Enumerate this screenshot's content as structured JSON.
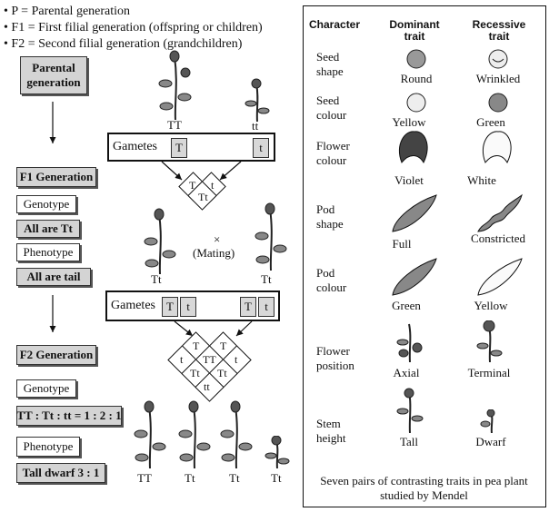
{
  "legend": [
    "P   = Parental generation",
    "F1 = First filial generation (offspring or children)",
    "F2 = Second filial generation (grandchildren)"
  ],
  "flow": {
    "parental": "Parental generation",
    "f1": "F1 Generation",
    "f1_genotype": "Genotype",
    "f1_genotype_value": "All are Tt",
    "f1_phenotype": "Phenotype",
    "f1_phenotype_value": "All are tail",
    "f2": "F2 Generation",
    "f2_genotype": "Genotype",
    "f2_genotype_value": "TT : Tt : tt = 1 : 2 : 1",
    "f2_phenotype": "Phenotype",
    "f2_phenotype_value": "Tall dwarf  3 : 1"
  },
  "cross": {
    "parent1": "TT",
    "parent2": "tt",
    "gametes_label": "Gametes",
    "g1_a": "T",
    "g1_b": "t",
    "punnett1": [
      "T",
      "t",
      "Tt"
    ],
    "f1_left": "Tt",
    "f1_right": "Tt",
    "mating_symbol": "×",
    "mating": "(Mating)",
    "gametes2": [
      "T",
      "t",
      "T",
      "t"
    ],
    "punnett2": [
      "T",
      "T",
      "t",
      "TT",
      "t",
      "Tt",
      "Tt",
      "tt"
    ],
    "offspring": [
      "TT",
      "Tt",
      "Tt",
      "Tt"
    ]
  },
  "traits": {
    "header": {
      "character": "Character",
      "dominant": "Dominant trait",
      "recessive": "Recessive trait"
    },
    "rows": [
      {
        "character": "Seed shape",
        "dominant": "Round",
        "recessive": "Wrinkled"
      },
      {
        "character": "Seed colour",
        "dominant": "Yellow",
        "recessive": "Green"
      },
      {
        "character": "Flower colour",
        "dominant": "Violet",
        "recessive": "White"
      },
      {
        "character": "Pod shape",
        "dominant": "Full",
        "recessive": "Constricted"
      },
      {
        "character": "Pod colour",
        "dominant": "Green",
        "recessive": "Yellow"
      },
      {
        "character": "Flower position",
        "dominant": "Axial",
        "recessive": "Terminal"
      },
      {
        "character": "Stem height",
        "dominant": "Tall",
        "recessive": "Dwarf"
      }
    ],
    "caption": "Seven pairs of contrasting traits in pea plant studied by Mendel"
  }
}
